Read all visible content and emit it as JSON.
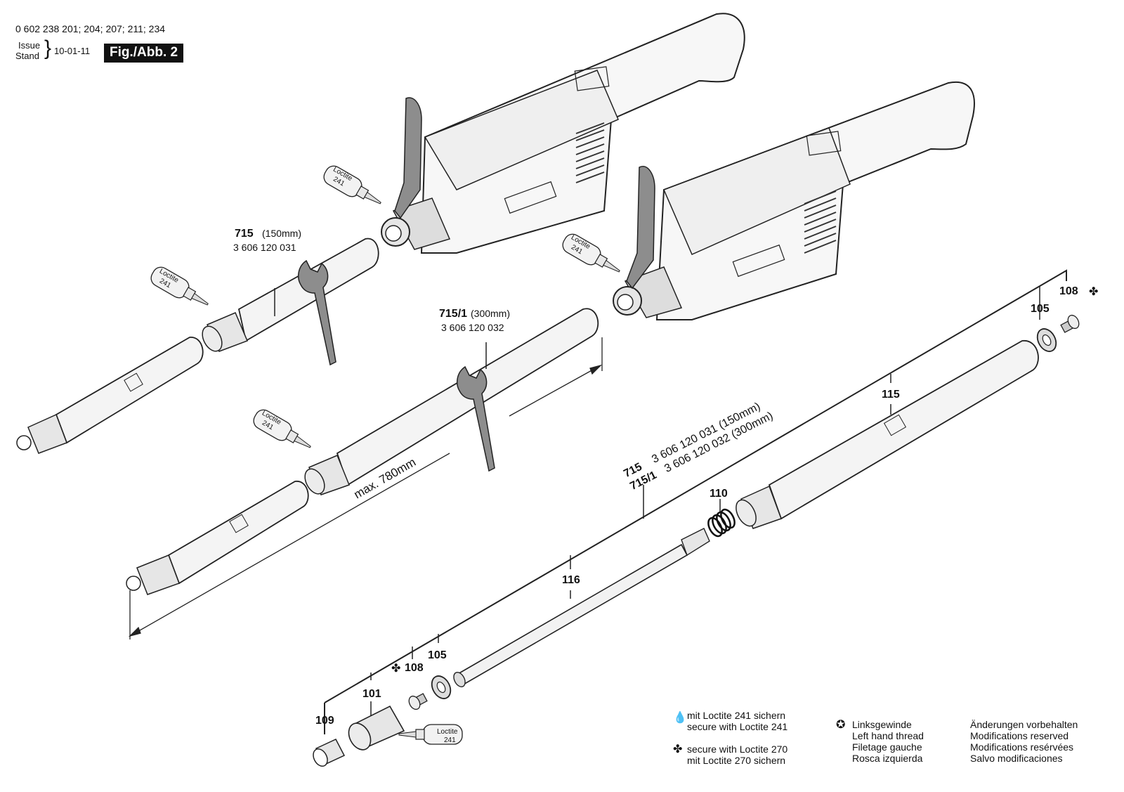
{
  "header": {
    "part_numbers": "0 602 238 201; 204; 207; 211; 234",
    "issue_label": "Issue",
    "stand_label": "Stand",
    "date": "10-01-11",
    "figure_label": "Fig./Abb. 2"
  },
  "callouts": {
    "c715": "715",
    "c715_len": "(150mm)",
    "c715_num": "3 606 120 031",
    "c7151": "715/1",
    "c7151_len": "(300mm)",
    "c7151_num": "3 606 120 032",
    "max_length": "max. 780mm",
    "c115": "115",
    "c116": "116",
    "c110": "110",
    "c105a": "105",
    "c108a": "108",
    "c105b": "105",
    "c108b": "108",
    "c101": "101",
    "c109": "109",
    "list_715": "715",
    "list_715_text": "3 606 120 031 (150mm)",
    "list_7151": "715/1",
    "list_7151_text": "3 606 120 032 (300mm)",
    "loctite_brand": "Loctite",
    "loctite_no": "241"
  },
  "legend": {
    "loctite241_de": "mit Loctite 241 sichern",
    "loctite241_en": "secure with Loctite 241",
    "loctite270_en": "secure with Loctite 270",
    "loctite270_de": "mit Loctite 270 sichern",
    "lh_de": "Linksgewinde",
    "lh_en": "Left hand thread",
    "lh_fr": "Filetage gauche",
    "lh_es": "Rosca izquierda",
    "mod_de": "Änderungen vorbehalten",
    "mod_en": "Modifications reserved",
    "mod_fr": "Modifications resérvées",
    "mod_es": "Salvo modificaciones"
  }
}
